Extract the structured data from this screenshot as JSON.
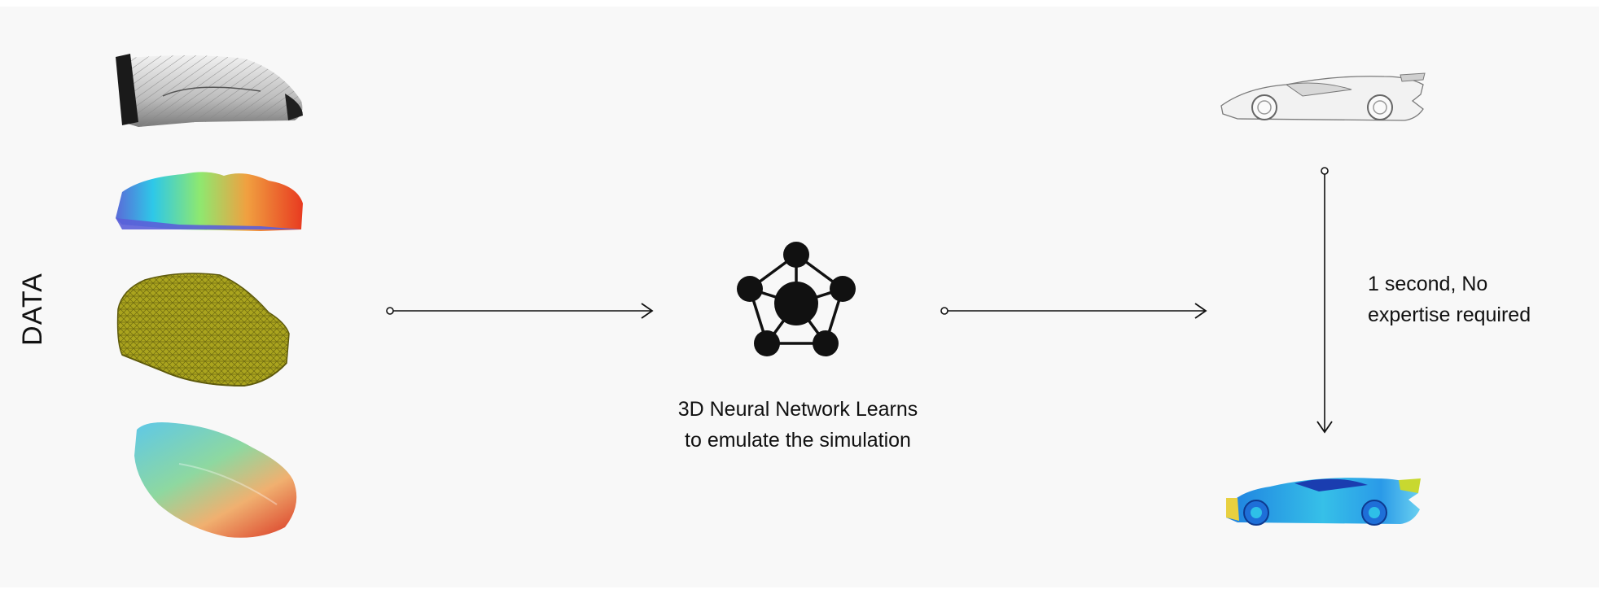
{
  "labels": {
    "data": "DATA",
    "network_caption_line1": "3D Neural Network Learns",
    "network_caption_line2": "to emulate the simulation",
    "result_caption_line1": "1 second, No",
    "result_caption_line2": "expertise required"
  },
  "icons": {
    "network": "neural-network-icon",
    "arrow": "arrow-right-icon"
  },
  "colors": {
    "background": "#f8f8f8",
    "ink": "#111111",
    "mesh_yellow": "#a8a020",
    "cfd_blue": "#2a8ee8",
    "cfd_red": "#e84020"
  }
}
